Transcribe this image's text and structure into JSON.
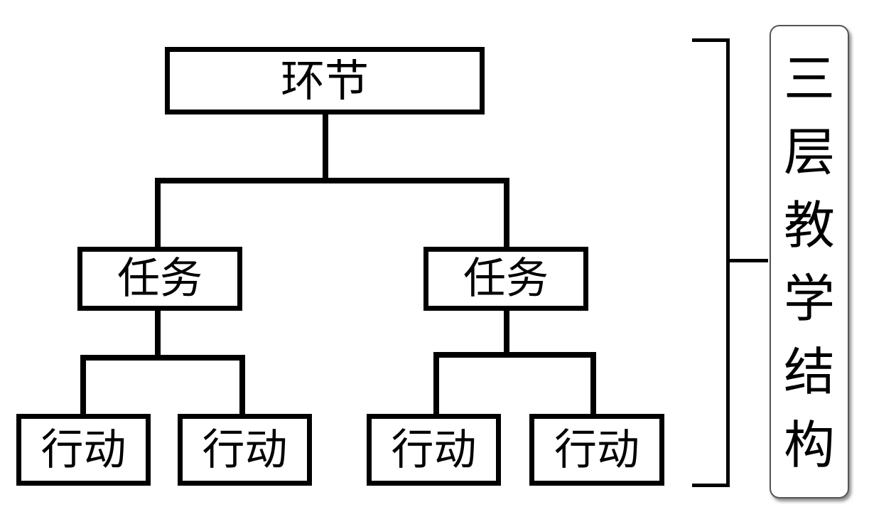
{
  "diagram": {
    "root": {
      "label": "环节"
    },
    "tasks": [
      {
        "label": "任务",
        "actions": [
          {
            "label": "行动"
          },
          {
            "label": "行动"
          }
        ]
      },
      {
        "label": "任务",
        "actions": [
          {
            "label": "行动"
          },
          {
            "label": "行动"
          }
        ]
      }
    ]
  },
  "side_label": {
    "chars": [
      "三",
      "层",
      "教",
      "学",
      "结",
      "构"
    ]
  }
}
